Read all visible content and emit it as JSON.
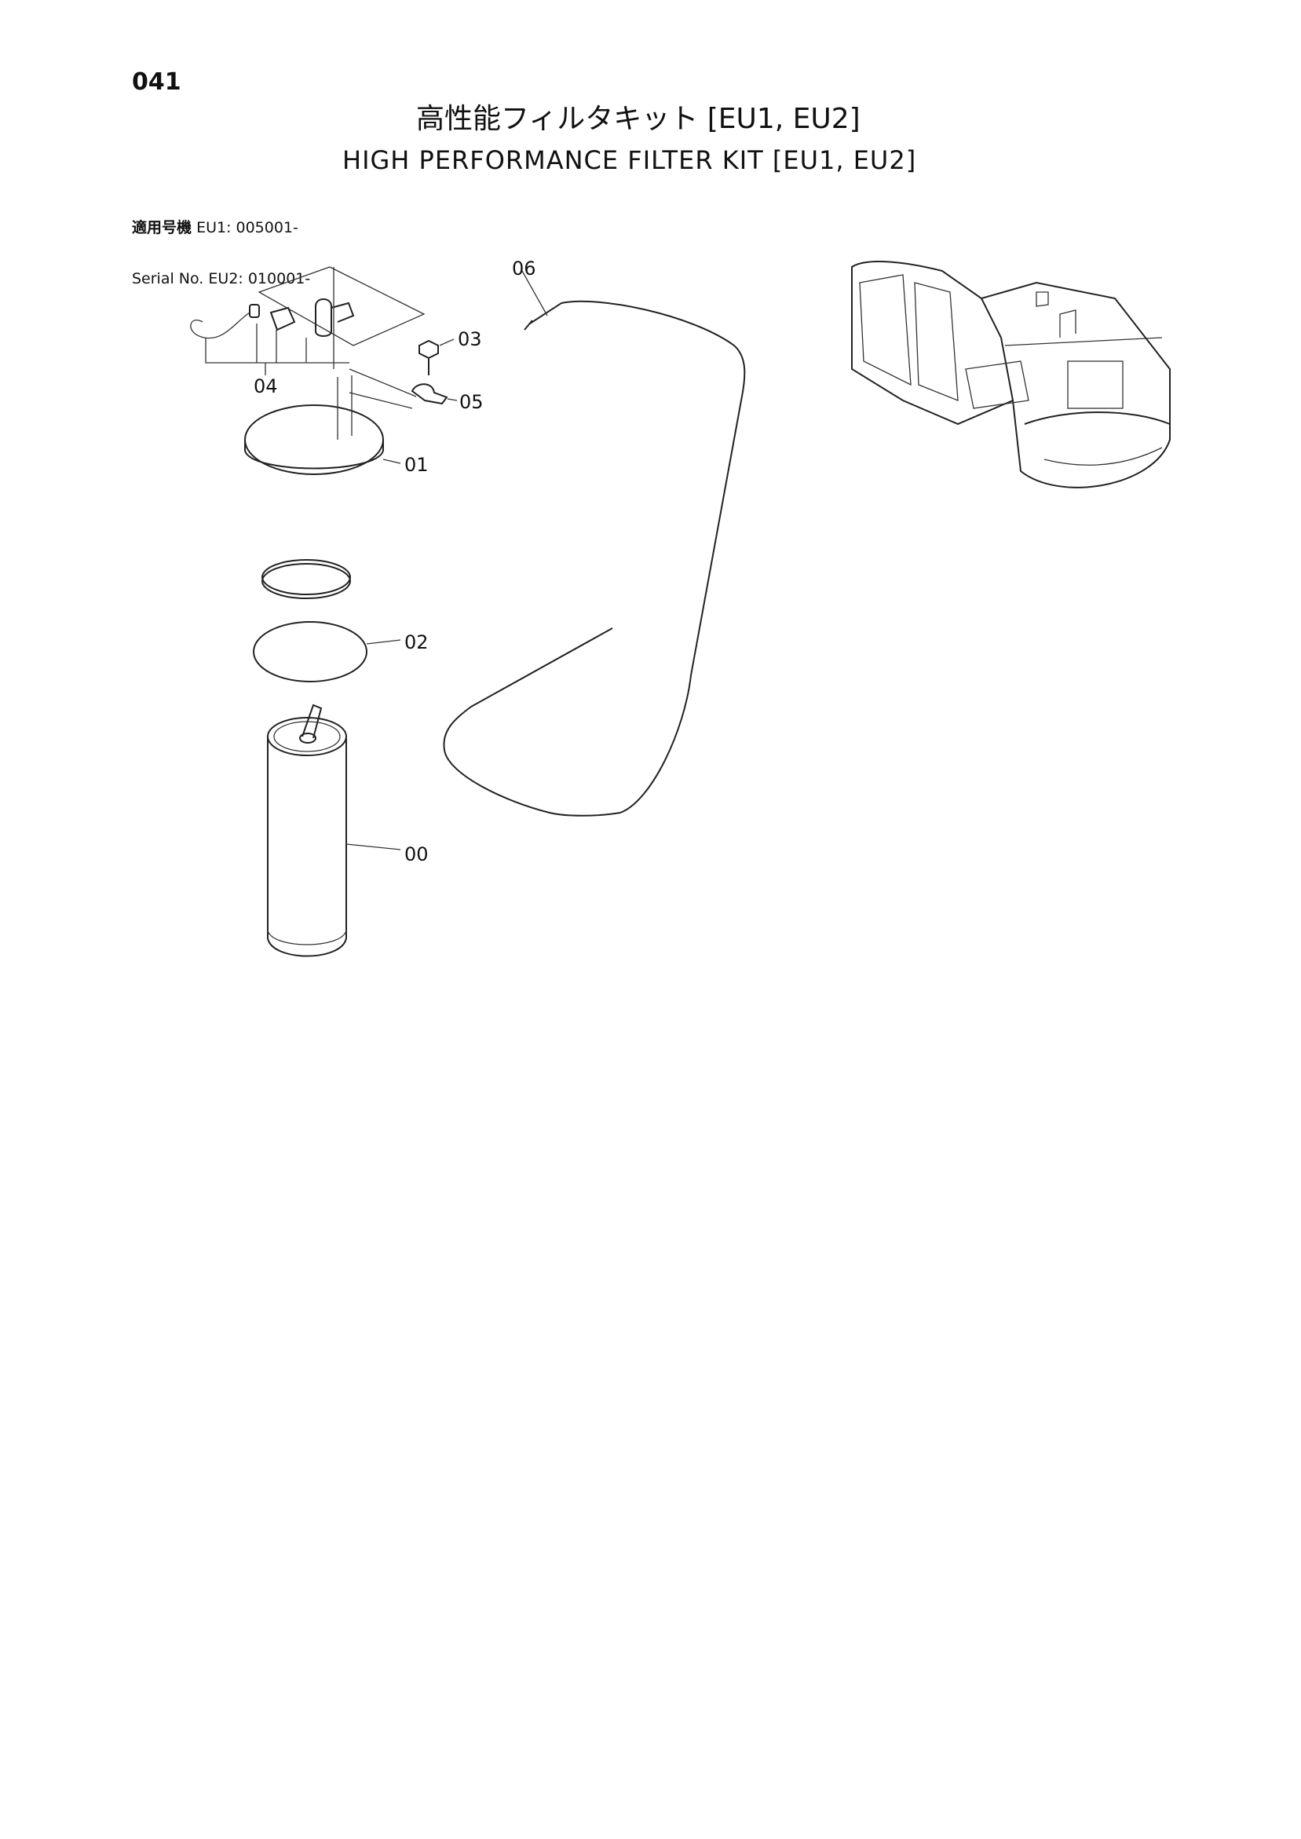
{
  "header": {
    "page_number": "041",
    "title_jp": "高性能フィルタキット [EU1, EU2]",
    "title_en": "HIGH PERFORMANCE FILTER KIT [EU1, EU2]"
  },
  "serial": {
    "label_jp": "適用号機",
    "label_en": "Serial No.",
    "eu1": "EU1: 005001-",
    "eu2": "EU2: 010001-"
  },
  "callouts": {
    "c00": "00",
    "c01": "01",
    "c02": "02",
    "c03": "03",
    "c04": "04",
    "c05": "05",
    "c06": "06"
  }
}
